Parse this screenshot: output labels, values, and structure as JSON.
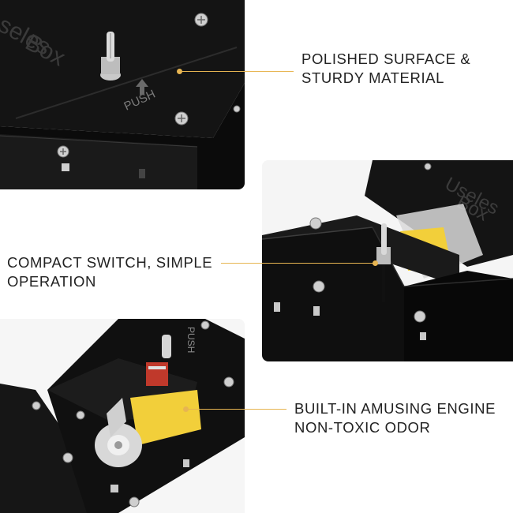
{
  "box_lettering": {
    "top_panel": [
      "seles",
      "Box"
    ],
    "middle_panel": [
      "Useles",
      "Box"
    ]
  },
  "push_label": "PUSH",
  "captions": {
    "surface": [
      "POLISHED SURFACE &",
      "STURDY MATERIAL"
    ],
    "switch": [
      "COMPACT SWITCH, SIMPLE",
      "OPERATION"
    ],
    "engine": [
      "BUILT-IN AMUSING ENGINE",
      "NON-TOXIC ODOR"
    ]
  },
  "colors": {
    "accent_leader": "#e7b552",
    "box_body": "#111111",
    "motor_yellow": "#f2cf3a"
  }
}
